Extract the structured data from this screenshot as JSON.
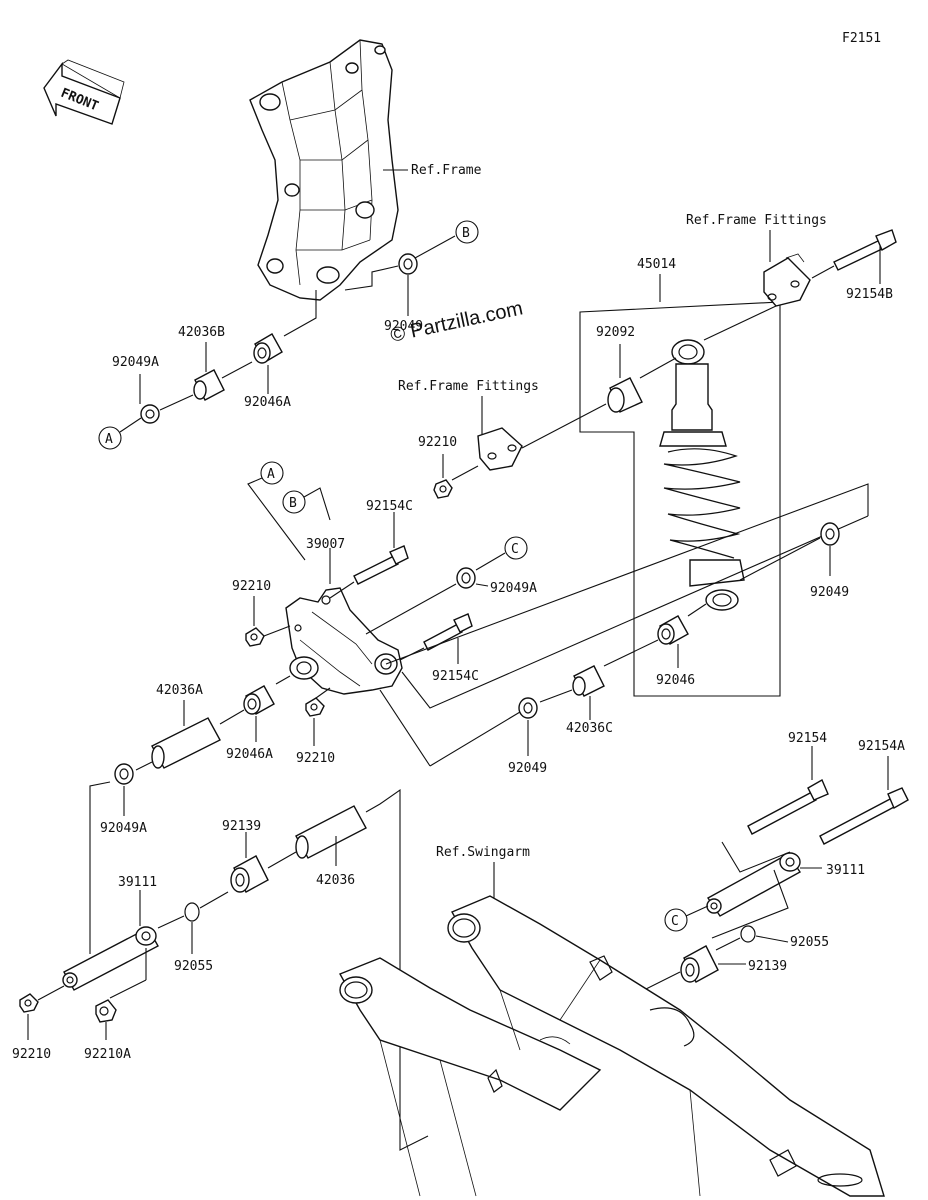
{
  "figure_code": "F2151",
  "front_label": "FRONT",
  "watermark": "© Partzilla.com",
  "ref_labels": {
    "frame": "Ref.Frame",
    "frame_fittings_top": "Ref.Frame Fittings",
    "frame_fittings_mid": "Ref.Frame Fittings",
    "swingarm": "Ref.Swingarm"
  },
  "callouts": {
    "A1": "A",
    "B1": "B",
    "A2": "A",
    "B2": "B",
    "C1": "C",
    "C2": "C"
  },
  "parts": {
    "p92049A_top": "92049A",
    "p42036B": "42036B",
    "p92046A_top": "92046A",
    "p92049_frame": "92049",
    "p45014": "45014",
    "p92092": "92092",
    "p92154B": "92154B",
    "p92210_a": "92210",
    "p92154C_a": "92154C",
    "p39007": "39007",
    "p92210_b": "92210",
    "p92049A_mid": "92049A",
    "p92154C_b": "92154C",
    "p92049_right": "92049",
    "p42036A": "42036A",
    "p92046A_mid": "92046A",
    "p92210_c": "92210",
    "p92046": "92046",
    "p42036C": "42036C",
    "p92049_low": "92049",
    "p92049A_low": "92049A",
    "p92139_left": "92139",
    "p42036": "42036",
    "p92154": "92154",
    "p92154A": "92154A",
    "p39111_left": "39111",
    "p39111_right": "39111",
    "p92055_left": "92055",
    "p92055_right": "92055",
    "p92139_right": "92139",
    "p92210_d": "92210",
    "p92210A": "92210A"
  }
}
